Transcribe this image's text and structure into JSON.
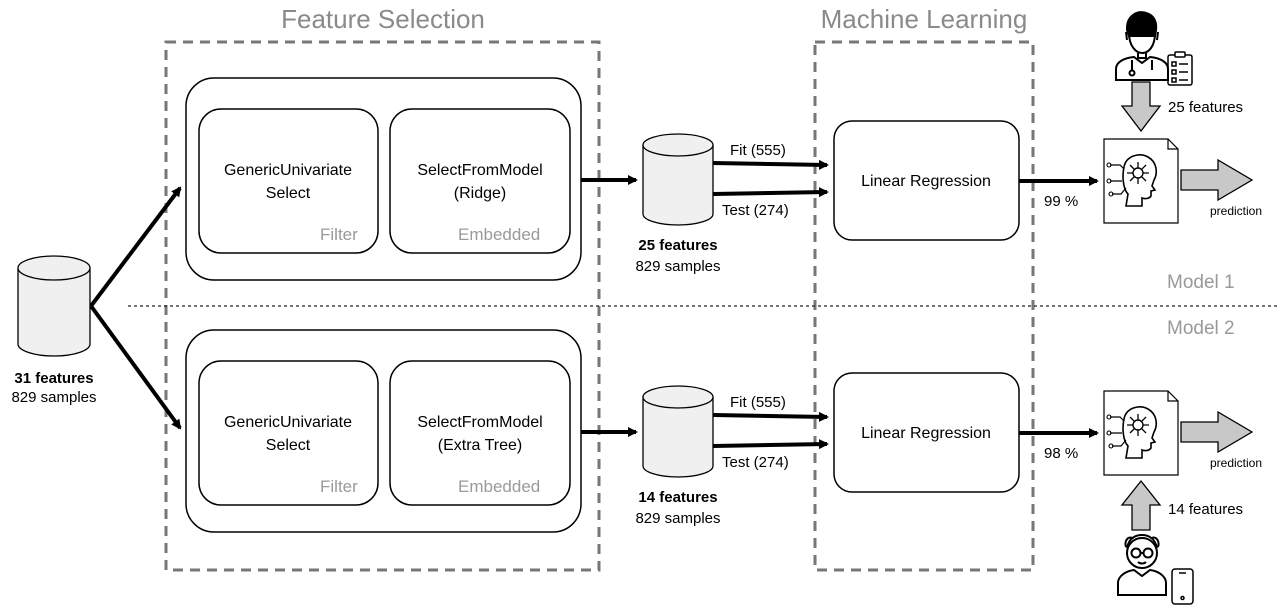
{
  "sections": {
    "feature_selection": "Feature Selection",
    "machine_learning": "Machine Learning"
  },
  "input": {
    "features": "31 features",
    "samples": "829 samples"
  },
  "models": [
    {
      "label": "Model 1",
      "filter": {
        "line1": "GenericUnivariate",
        "line2": "Select",
        "tag": "Filter"
      },
      "embedded": {
        "line1": "SelectFromModel",
        "line2": "(Ridge)",
        "tag": "Embedded"
      },
      "data": {
        "features": "25 features",
        "samples": "829 samples"
      },
      "fit": "Fit (555)",
      "test": "Test (274)",
      "regressor": "Linear Regression",
      "score": "99 %",
      "user_features": "25 features",
      "output": "prediction"
    },
    {
      "label": "Model 2",
      "filter": {
        "line1": "GenericUnivariate",
        "line2": "Select",
        "tag": "Filter"
      },
      "embedded": {
        "line1": "SelectFromModel",
        "line2": "(Extra Tree)",
        "tag": "Embedded"
      },
      "data": {
        "features": "14 features",
        "samples": "829 samples"
      },
      "fit": "Fit (555)",
      "test": "Test (274)",
      "regressor": "Linear Regression",
      "score": "98 %",
      "user_features": "14 features",
      "output": "prediction"
    }
  ],
  "icons": {
    "user_top": "doctor-icon",
    "clipboard": "clipboard-icon",
    "model_files": "ai-model-file-icon",
    "user_bottom": "patient-icon",
    "phone": "smartphone-icon"
  }
}
